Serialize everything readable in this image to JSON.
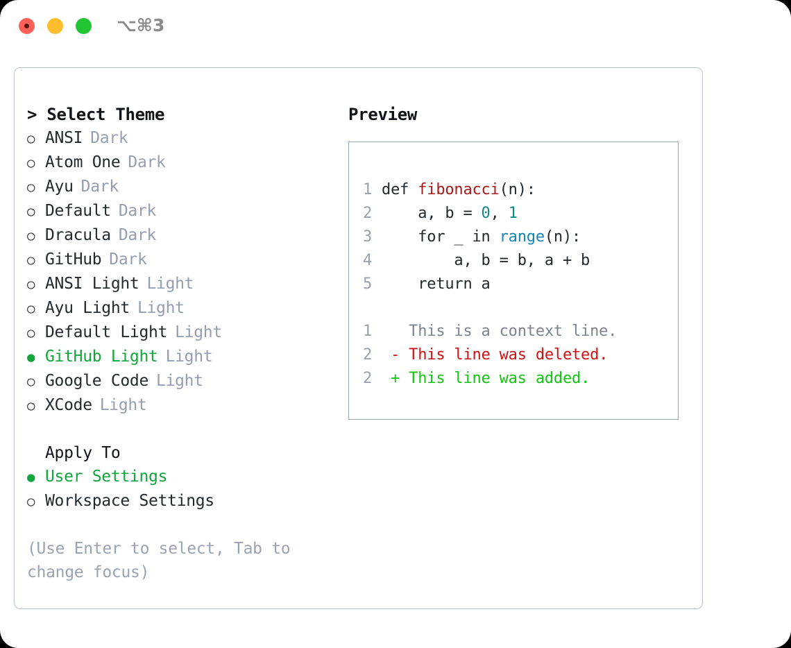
{
  "titlebar": {
    "shortcut": "⌥⌘3",
    "buttons": [
      {
        "name": "close",
        "color": "#ff6159"
      },
      {
        "name": "minimize",
        "color": "#ffbd2e"
      },
      {
        "name": "maximize",
        "color": "#21c432"
      }
    ]
  },
  "colors": {
    "selected_green": "#11a63b",
    "muted_gray": "#949eb0",
    "hint_gray": "#9aa3b2",
    "panel_border": "#b9c2ce",
    "preview_border": "#9aa5b3",
    "text": "#24292e",
    "syntax_function": "#a91b1b",
    "syntax_number": "#0f8a8a",
    "syntax_call": "#1187ba",
    "diff_context": "#7d848f",
    "diff_deleted": "#cf1212",
    "diff_added": "#12c412"
  },
  "theme_list": {
    "heading_caret": "> ",
    "heading": "Select Theme",
    "marker_unselected": "○",
    "marker_selected": "●",
    "items": [
      {
        "name": "ANSI",
        "tag": "Dark",
        "selected": false
      },
      {
        "name": "Atom One",
        "tag": "Dark",
        "selected": false
      },
      {
        "name": "Ayu",
        "tag": "Dark",
        "selected": false
      },
      {
        "name": "Default",
        "tag": "Dark",
        "selected": false
      },
      {
        "name": "Dracula",
        "tag": "Dark",
        "selected": false
      },
      {
        "name": "GitHub",
        "tag": "Dark",
        "selected": false
      },
      {
        "name": "ANSI Light",
        "tag": "Light",
        "selected": false
      },
      {
        "name": "Ayu Light",
        "tag": "Light",
        "selected": false
      },
      {
        "name": "Default Light",
        "tag": "Light",
        "selected": false
      },
      {
        "name": "GitHub Light",
        "tag": "Light",
        "selected": true
      },
      {
        "name": "Google Code",
        "tag": "Light",
        "selected": false
      },
      {
        "name": "XCode",
        "tag": "Light",
        "selected": false
      }
    ]
  },
  "apply_to": {
    "heading": "Apply To",
    "items": [
      {
        "name": "User Settings",
        "selected": true
      },
      {
        "name": "Workspace Settings",
        "selected": false
      }
    ]
  },
  "hint": {
    "line1": "(Use Enter to select, Tab to",
    "line2": "change focus)"
  },
  "preview": {
    "title": "Preview",
    "code": [
      {
        "num": "1",
        "segments": [
          {
            "text": "def ",
            "style": "plain"
          },
          {
            "text": "fibonacci",
            "style": "fn"
          },
          {
            "text": "(n):",
            "style": "plain"
          }
        ]
      },
      {
        "num": "2",
        "segments": [
          {
            "text": "    a, b = ",
            "style": "plain"
          },
          {
            "text": "0",
            "style": "num"
          },
          {
            "text": ", ",
            "style": "plain"
          },
          {
            "text": "1",
            "style": "num"
          }
        ]
      },
      {
        "num": "3",
        "segments": [
          {
            "text": "    for _ in ",
            "style": "plain"
          },
          {
            "text": "range",
            "style": "call"
          },
          {
            "text": "(n):",
            "style": "plain"
          }
        ]
      },
      {
        "num": "4",
        "segments": [
          {
            "text": "        a, b = b, a + b",
            "style": "plain"
          }
        ]
      },
      {
        "num": "5",
        "segments": [
          {
            "text": "    return a",
            "style": "plain"
          }
        ]
      }
    ],
    "diff": [
      {
        "num": "1",
        "marker": " ",
        "text": " This is a context line.",
        "kind": "ctx"
      },
      {
        "num": "2",
        "marker": "-",
        "text": " This line was deleted.",
        "kind": "del"
      },
      {
        "num": "2",
        "marker": "+",
        "text": " This line was added.",
        "kind": "add"
      }
    ]
  }
}
